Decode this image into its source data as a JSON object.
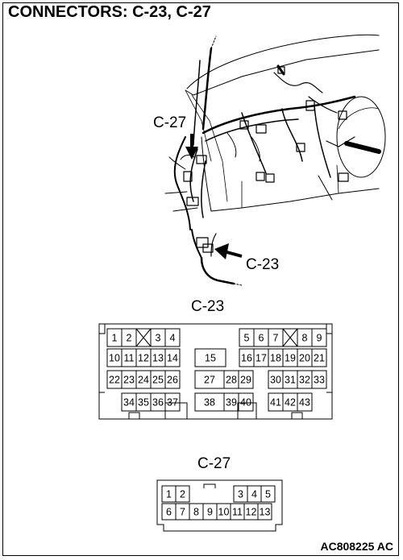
{
  "title": "CONNECTORS: C-23, C-27",
  "figure_code": "AC808225 AC",
  "callouts": {
    "c27": "C-27",
    "c23": "C-23"
  },
  "connectors": {
    "c23": {
      "label": "C-23",
      "pins": [
        "1",
        "2",
        "3",
        "4",
        "5",
        "6",
        "7",
        "8",
        "9",
        "10",
        "11",
        "12",
        "13",
        "14",
        "15",
        "16",
        "17",
        "18",
        "19",
        "20",
        "21",
        "22",
        "23",
        "24",
        "25",
        "26",
        "27",
        "28",
        "29",
        "30",
        "31",
        "32",
        "33",
        "34",
        "35",
        "36",
        "37",
        "38",
        "39",
        "40",
        "41",
        "42",
        "43"
      ]
    },
    "c27": {
      "label": "C-27",
      "pins": [
        "1",
        "2",
        "3",
        "4",
        "5",
        "6",
        "7",
        "8",
        "9",
        "10",
        "11",
        "12",
        "13"
      ]
    }
  }
}
